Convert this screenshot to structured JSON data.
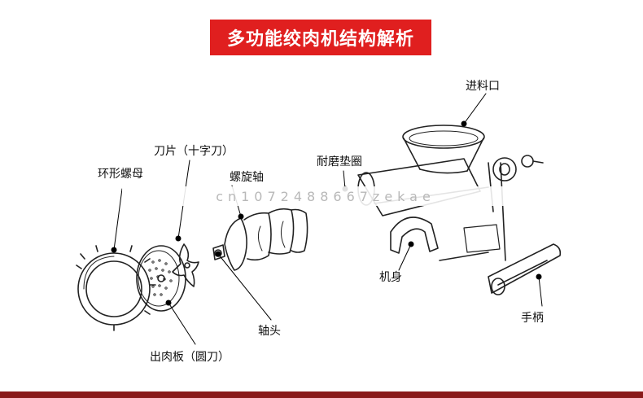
{
  "title": "多功能绞肉机结构解析",
  "watermark": "cn1072488667zekae",
  "labels": {
    "ring_nut": "环形螺母",
    "blade": "刀片（十字刀）",
    "screw_shaft": "螺旋轴",
    "washer": "耐磨垫圈",
    "hopper": "进料口",
    "body": "机身",
    "handle": "手柄",
    "shaft_head": "轴头",
    "plate": "出肉板（圆刀）"
  }
}
